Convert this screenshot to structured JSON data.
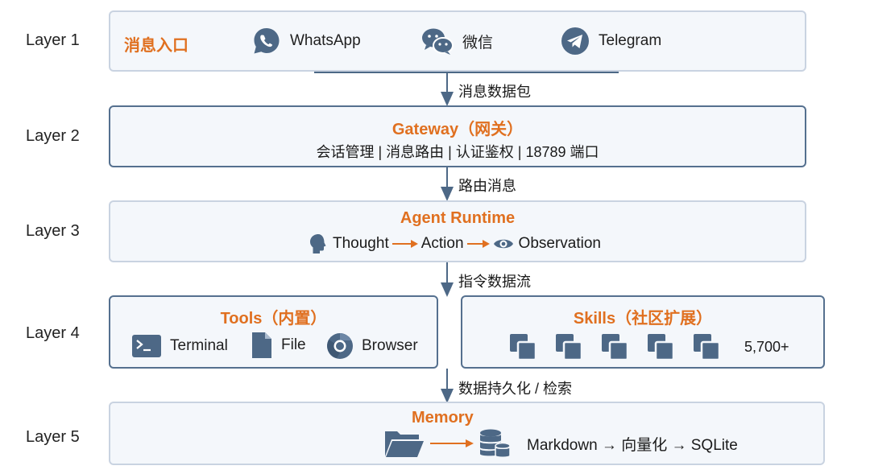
{
  "colors": {
    "accent": "#e07020",
    "steel": "#4d6886",
    "border_light": "#c9d3e1",
    "border_dark": "#55708f",
    "box_fill": "#f4f7fb"
  },
  "layers": {
    "l1": {
      "label": "Layer 1",
      "title": "消息入口",
      "channels": [
        {
          "name": "WhatsApp",
          "icon": "whatsapp-icon"
        },
        {
          "name": "微信",
          "icon": "wechat-icon"
        },
        {
          "name": "Telegram",
          "icon": "telegram-icon"
        }
      ]
    },
    "l2": {
      "label": "Layer 2",
      "title": "Gateway（网关）",
      "subtitle": "会话管理 | 消息路由 | 认证鉴权 | 18789 端口"
    },
    "l3": {
      "label": "Layer 3",
      "title": "Agent Runtime",
      "flow": {
        "thought": "Thought",
        "action": "Action",
        "observation": "Observation"
      }
    },
    "l4": {
      "label": "Layer 4",
      "tools": {
        "title": "Tools（内置）",
        "items": [
          "Terminal",
          "File",
          "Browser"
        ]
      },
      "skills": {
        "title": "Skills（社区扩展）",
        "count": "5,700+"
      }
    },
    "l5": {
      "label": "Layer 5",
      "title": "Memory",
      "pipeline": "Markdown → 向量化 → SQLite"
    }
  },
  "connectors": {
    "c1": "消息数据包",
    "c2": "路由消息",
    "c3": "指令数据流",
    "c4": "数据持久化 / 检索"
  }
}
